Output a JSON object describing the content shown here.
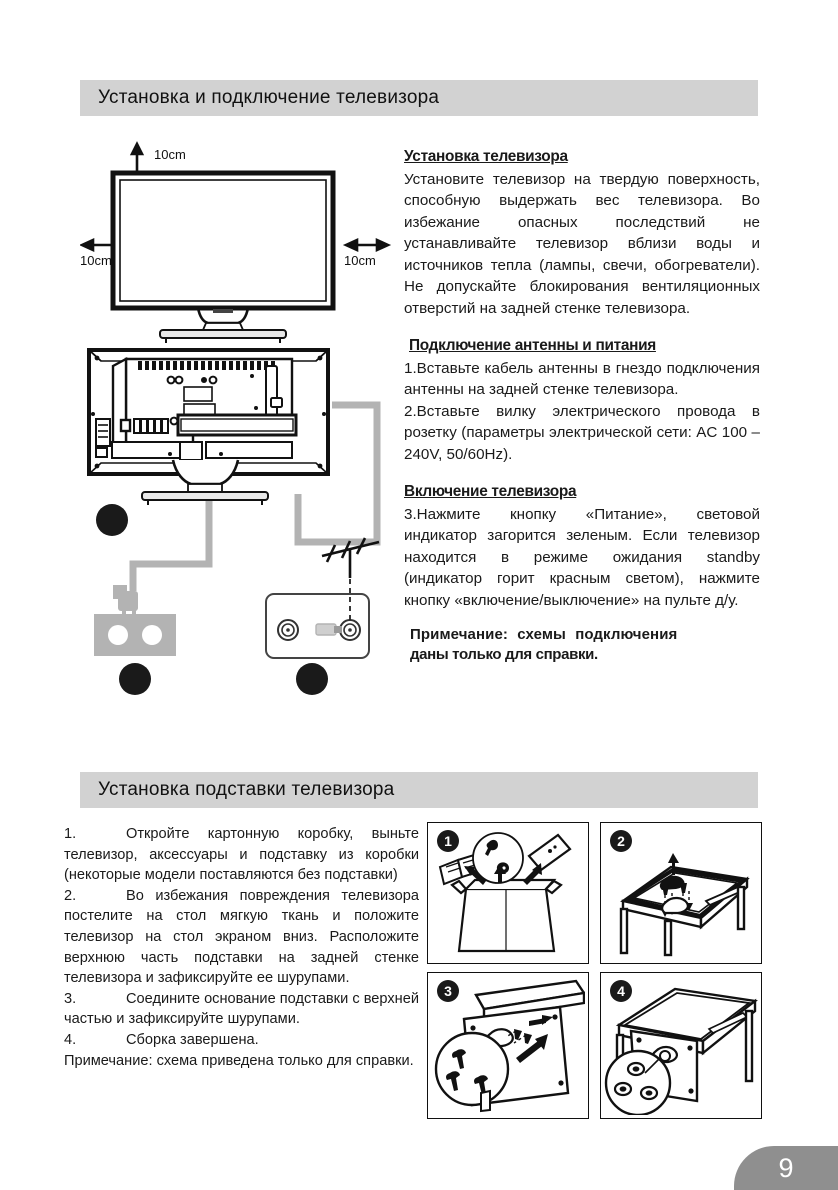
{
  "sections": {
    "install": {
      "title": "Установка и подключение телевизора"
    },
    "stand": {
      "title": "Установка подставки телевизора"
    }
  },
  "diagram_top": {
    "clearance_top": "10cm",
    "clearance_left": "10cm",
    "clearance_right": "10cm"
  },
  "install_text": {
    "h1": "Установка телевизора",
    "p1": "Установите телевизор на твердую поверхность, способную выдержать вес телевизора. Во избежание опасных последствий не устанавливайте телевизор вблизи воды и источников тепла (лампы, свечи, обогреватели). Не допускайте блокирования вентиляционных отверстий на задней стенке телевизора.",
    "h2": "Подключение антенны и питания",
    "p2": "1.Вставьте кабель антенны в гнездо подключения антенны на задней стенке телевизора.",
    "p3": "2.Вставьте вилку электрического провода в розетку (параметры электрической сети: AC 100 – 240V, 50/60Hz).",
    "h3": "Включение телевизора",
    "p4": "3.Нажмите кнопку «Питание», световой индикатор загорится зеленым. Если телевизор находится в режиме ожидания standby (индикатор горит красным светом), нажмите кнопку «включение/выключение» на пульте д/у.",
    "note_line1": "Примечание: схемы подключения",
    "note_line2": "даны только для справки."
  },
  "stand_text": {
    "step1_num": "1.",
    "step1": "Откройте картонную коробку, выньте телевизор, аксессуары и подставку из коробки (некоторые модели поставляются без подставки)",
    "step2_num": "2.",
    "step2": "Во избежания повреждения телевизора постелите на стол мягкую ткань и положите телевизор на стол экраном вниз. Расположите верхнюю часть подставки на задней стенке телевизора и зафиксируйте ее шурупами.",
    "step3_num": "3.",
    "step3": "Соедините основание подставки с верхней частью и зафиксируйте шурупами.",
    "step4_num": "4.",
    "step4": "Сборка завершена.",
    "note": "Примечание: схема приведена только для справки."
  },
  "assembly_panels": [
    {
      "number": "1",
      "caption": "unbox-tv-accessories"
    },
    {
      "number": "2",
      "caption": "place-tv-face-down-on-table"
    },
    {
      "number": "3",
      "caption": "attach-stand-neck-with-screws"
    },
    {
      "number": "4",
      "caption": "attach-stand-base-with-screws"
    }
  ],
  "page": {
    "number": "9"
  },
  "colors": {
    "header_bar": "#d2d2d2",
    "page_badge": "#8f8f8f",
    "cable": "#b3b3b3",
    "ink": "#1a1a1a"
  }
}
